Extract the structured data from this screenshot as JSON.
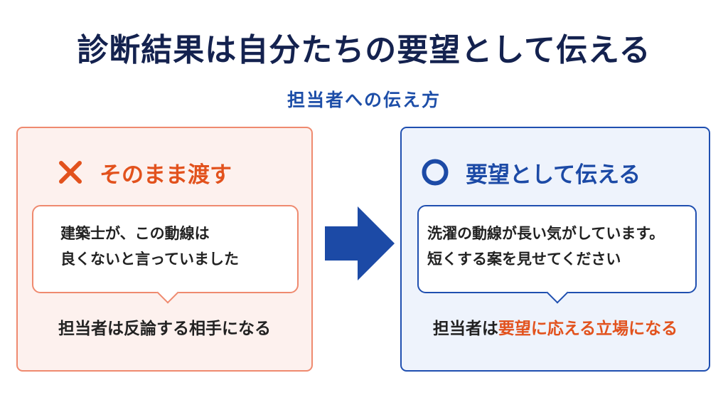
{
  "title": "診断結果は自分たちの要望として伝える",
  "subtitle": "担当者への伝え方",
  "left_panel": {
    "heading": "そのまま渡す",
    "icon": "cross-icon",
    "quote_lines": [
      "建築士が、この動線は",
      "良くないと言っていました"
    ],
    "caption": "担当者は反論する相手になる",
    "accent_color": "#e2521d"
  },
  "right_panel": {
    "heading": "要望として伝える",
    "icon": "circle-icon",
    "quote_lines": [
      "洗濯の動線が長い気がしています。",
      "短くする案を見せてください"
    ],
    "caption_prefix": "担当者は",
    "caption_highlight": "要望に応える立場になる",
    "accent_color": "#1c4aa6"
  },
  "arrow_icon": "right-arrow-icon"
}
